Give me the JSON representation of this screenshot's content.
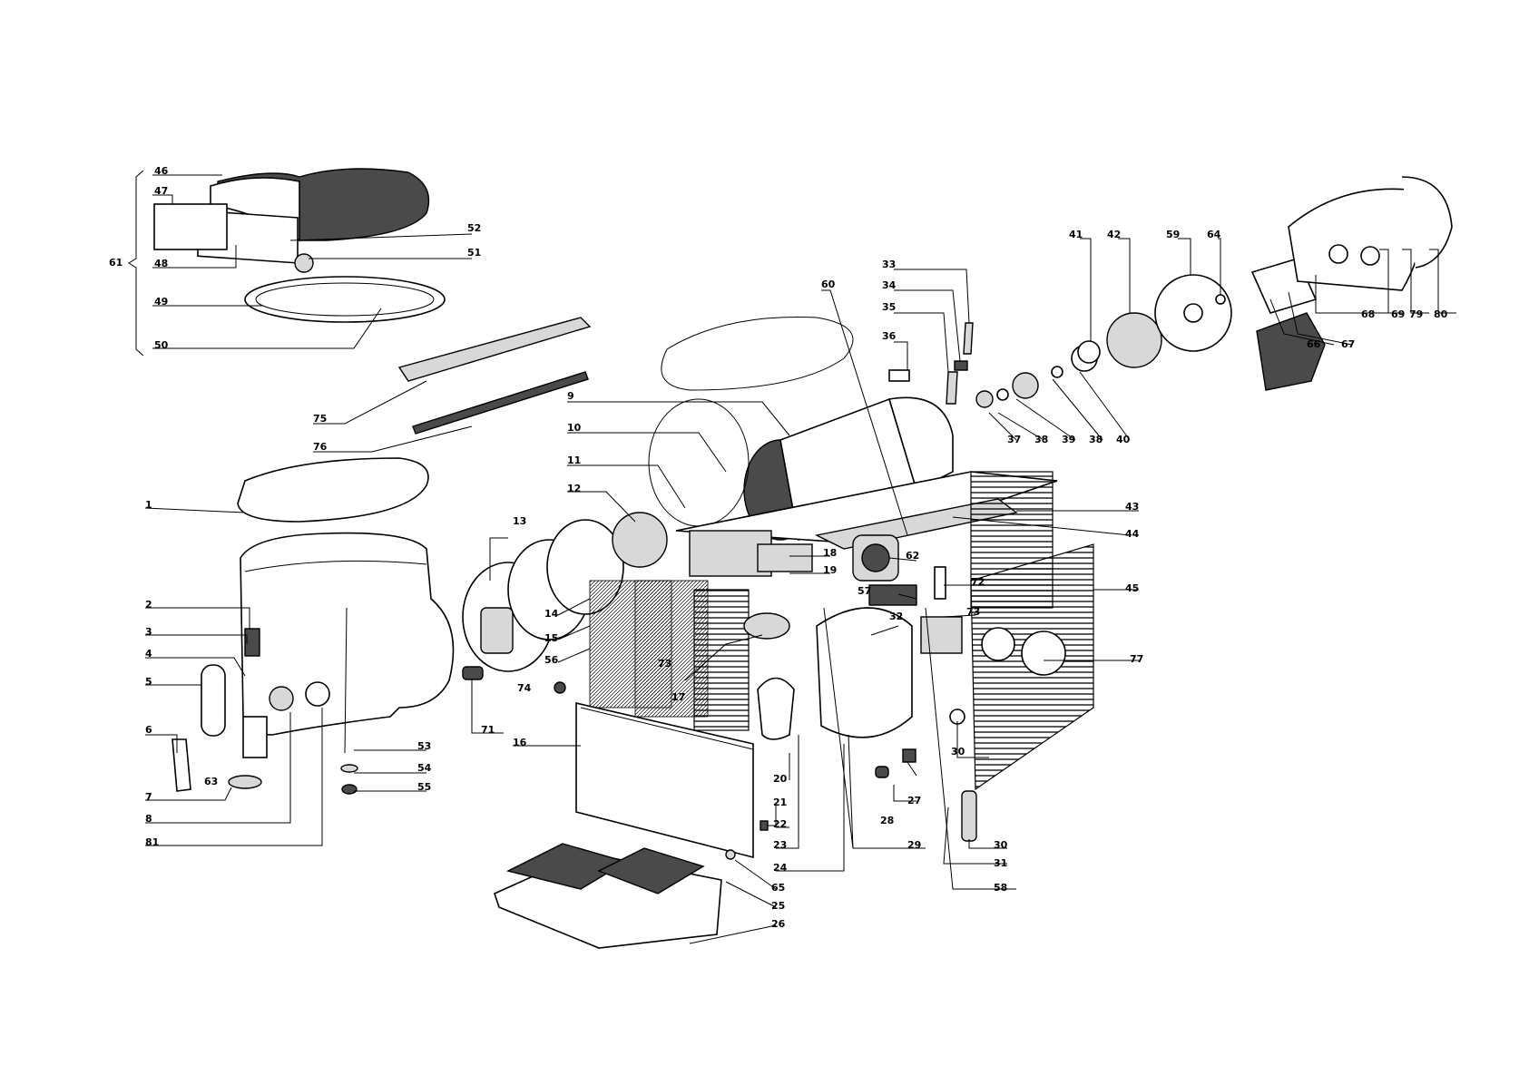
{
  "diagram": {
    "labels": {
      "l61": "61",
      "l46": "46",
      "l47": "47",
      "l48": "48",
      "l52": "52",
      "l51": "51",
      "l49": "49",
      "l50": "50",
      "l75": "75",
      "l76": "76",
      "l1": "1",
      "l2": "2",
      "l3": "3",
      "l4": "4",
      "l5": "5",
      "l6": "6",
      "l7": "7",
      "l63": "63",
      "l8": "8",
      "l81": "81",
      "l53": "53",
      "l54": "54",
      "l55": "55",
      "l71": "71",
      "l74": "74",
      "l16": "16",
      "l13": "13",
      "l12": "12",
      "l11": "11",
      "l10": "10",
      "l9": "9",
      "l60": "60",
      "l33": "33",
      "l34": "34",
      "l35": "35",
      "l36": "36",
      "l37": "37",
      "l38a": "38",
      "l39": "39",
      "l38b": "38",
      "l40": "40",
      "l41": "41",
      "l42": "42",
      "l59": "59",
      "l64": "64",
      "l68": "68",
      "l69": "69",
      "l79": "79",
      "l80": "80",
      "l66": "66",
      "l67": "67",
      "l43": "43",
      "l44": "44",
      "l45": "45",
      "l77": "77",
      "l18": "18",
      "l19": "19",
      "l62": "62",
      "l57": "57",
      "l72": "72",
      "l73a": "73",
      "l73b": "73",
      "l32": "32",
      "l14": "14",
      "l15": "15",
      "l56": "56",
      "l17": "17",
      "l20": "20",
      "l21": "21",
      "l22": "22",
      "l23": "23",
      "l24": "24",
      "l29": "29",
      "l27": "27",
      "l28": "28",
      "l30a": "30",
      "l30b": "30",
      "l31": "31",
      "l58": "58",
      "l65": "65",
      "l25": "25",
      "l26": "26"
    }
  }
}
